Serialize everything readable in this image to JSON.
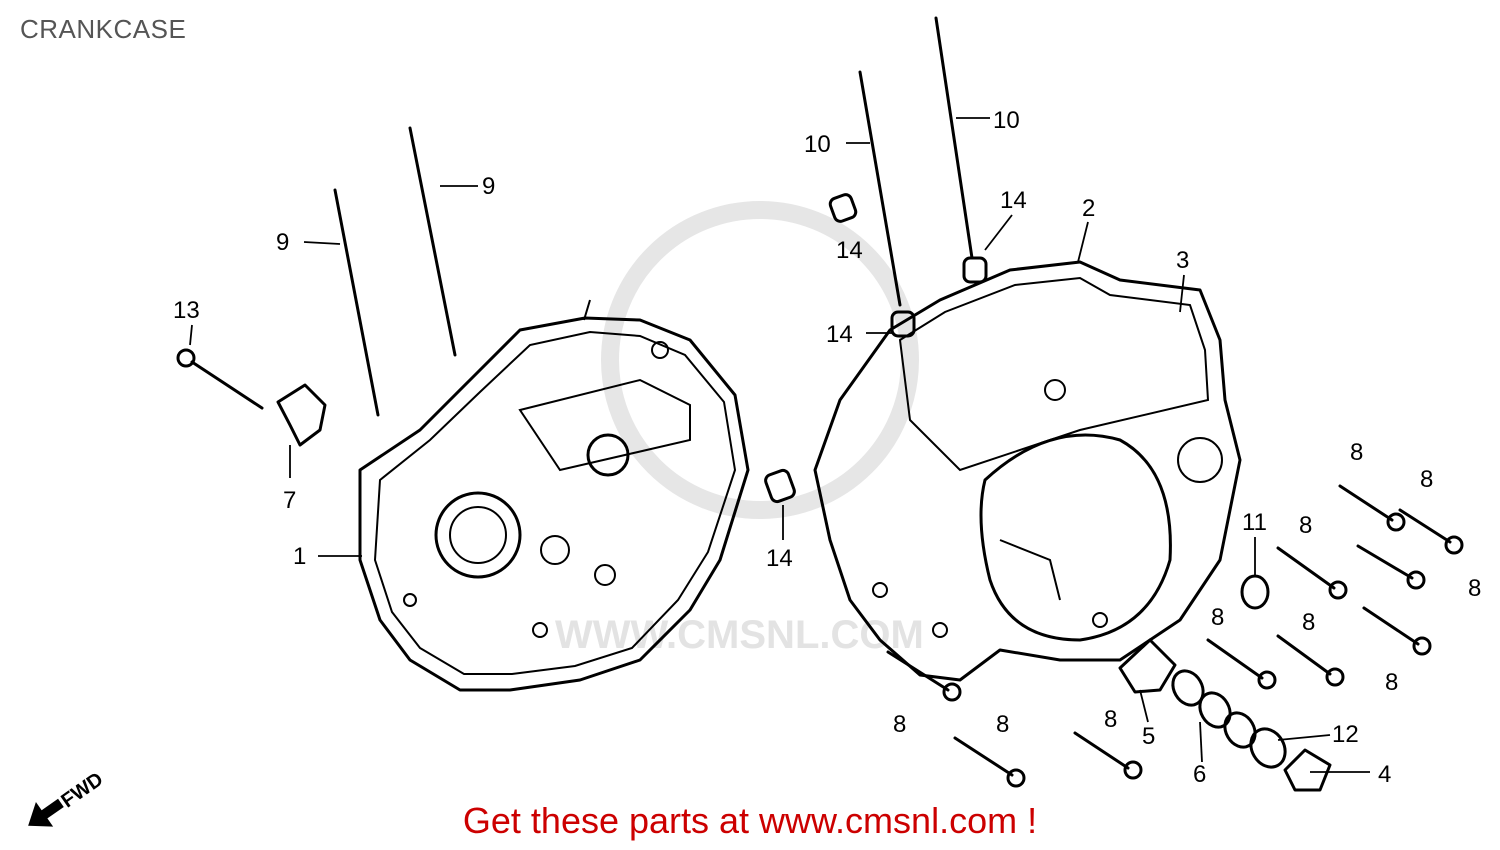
{
  "title": "CRANKCASE",
  "footer": "Get these parts at www.cmsnl.com !",
  "watermark": "WWW.CMSNL.COM",
  "fwd": "FWD",
  "callouts": [
    "1",
    "2",
    "3",
    "4",
    "5",
    "6",
    "7",
    "8",
    "9",
    "10",
    "11",
    "12",
    "13",
    "14"
  ],
  "colors": {
    "footer": "#cc0000",
    "title": "#555555",
    "lines": "#000000",
    "watermark": "#e3e3e3"
  }
}
